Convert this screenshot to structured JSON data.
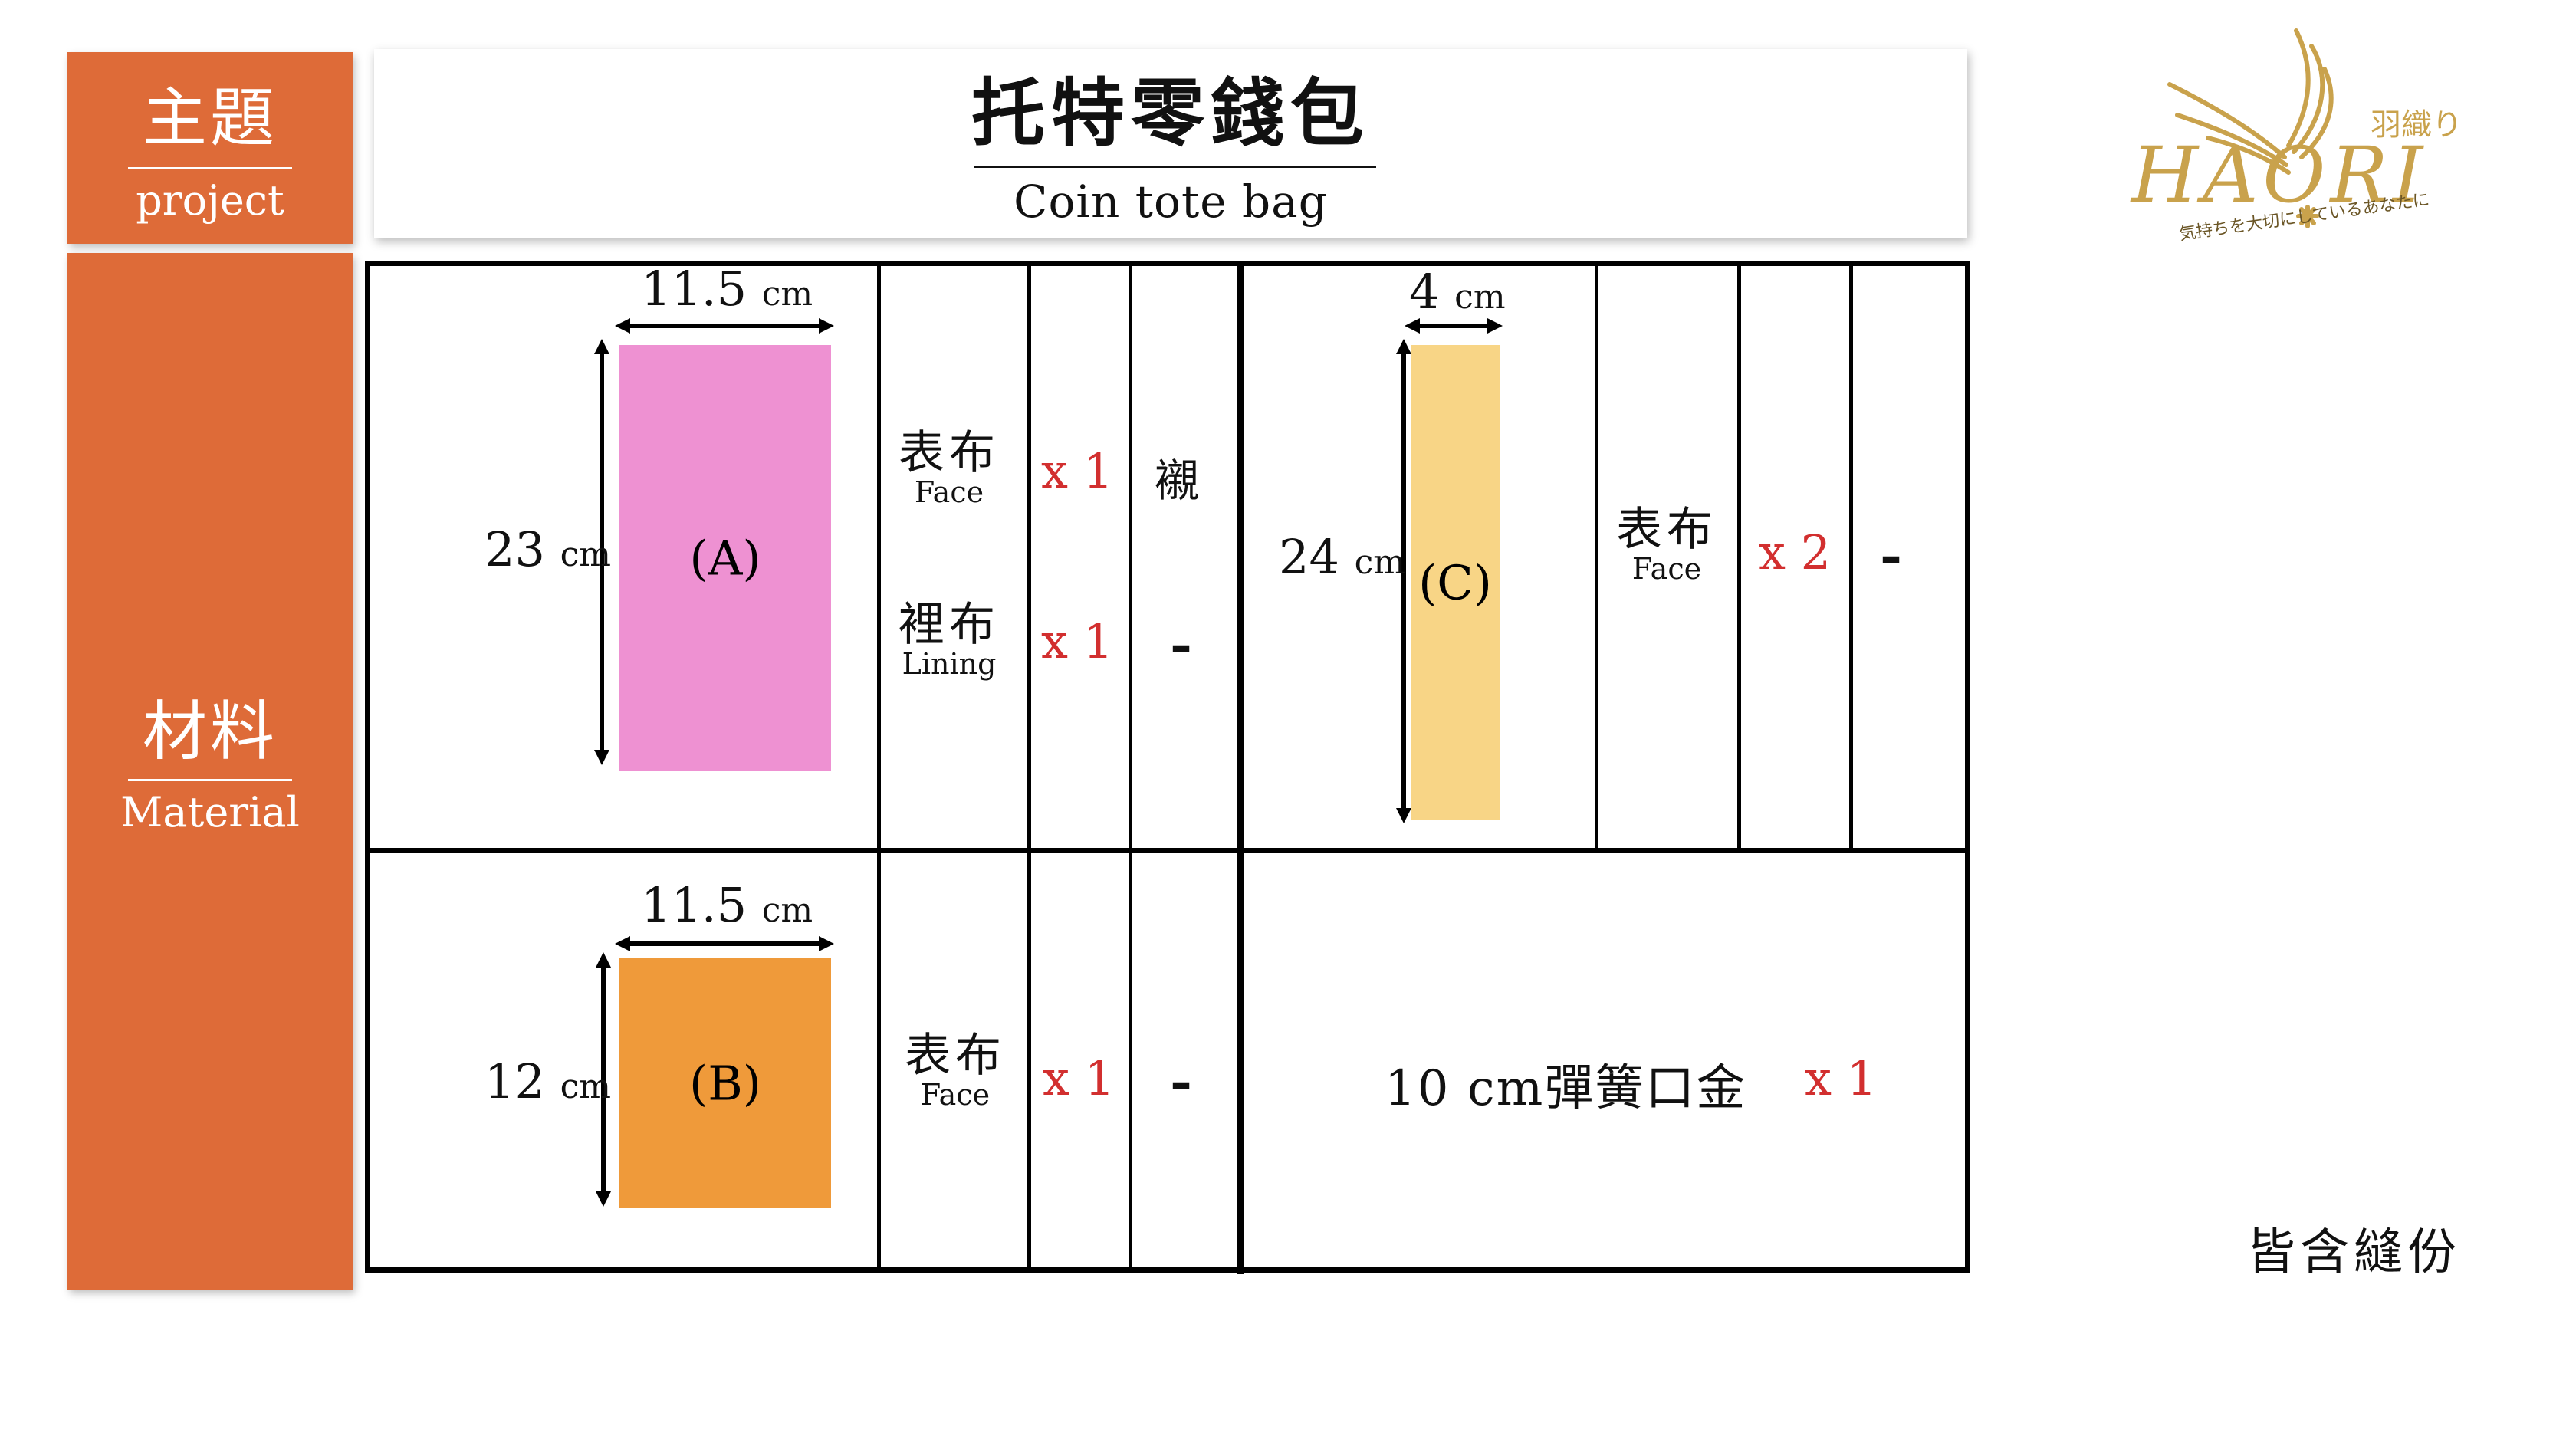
{
  "header": {
    "topic_zh": "主題",
    "topic_en": "project",
    "title_zh": "托特零錢包",
    "title_en": "Coin tote bag",
    "material_zh": "材料",
    "material_en": "Material"
  },
  "logo": {
    "script_text": "羽織り",
    "brand": "HAORI",
    "tagline": "気持ちを大切にしているあなたに",
    "colors": {
      "gold": "#c9a24c"
    }
  },
  "colors": {
    "orange_panel": "#de6b38",
    "piece_a": "#ee91d2",
    "piece_b": "#ef9a3a",
    "piece_c": "#f8d586",
    "quantity_red": "#d22f2f"
  },
  "pieces": {
    "a": {
      "label": "(A)",
      "width_value": "11.5",
      "height_value": "23",
      "unit": "cm",
      "face_zh": "表布",
      "face_en": "Face",
      "face_qty": "x 1",
      "face_interfacing": "襯",
      "lining_zh": "裡布",
      "lining_en": "Lining",
      "lining_qty": "x 1",
      "lining_interfacing": "-"
    },
    "b": {
      "label": "(B)",
      "width_value": "11.5",
      "height_value": "12",
      "unit": "cm",
      "face_zh": "表布",
      "face_en": "Face",
      "face_qty": "x 1",
      "face_interfacing": "-"
    },
    "c": {
      "label": "(C)",
      "width_value": "4",
      "height_value": "24",
      "unit": "cm",
      "face_zh": "表布",
      "face_en": "Face",
      "face_qty": "x 2",
      "face_interfacing": "-"
    }
  },
  "hardware": {
    "item": "10 cm彈簧口金",
    "qty": "x 1"
  },
  "note": "皆含縫份"
}
